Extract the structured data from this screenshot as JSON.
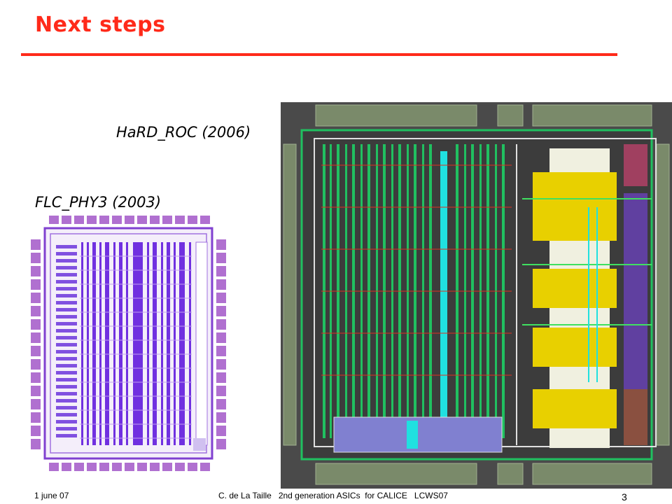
{
  "slide": {
    "title": "Next steps",
    "chips": [
      {
        "label": "HaRD_ROC (2006)"
      },
      {
        "label": "FLC_PHY3 (2003)"
      }
    ],
    "footer": {
      "date": "1 june 07",
      "author": "C. de La Taille   2nd generation ASICs  for CALICE   LCWS07",
      "page": "3"
    }
  },
  "colors": {
    "title": "#ff2a1a",
    "hardroc_background": "#4a4a4a",
    "hardroc_pads": "#7a8a6a",
    "hardroc_routing": "#20c060",
    "hardroc_blocks": "#e8d000",
    "hardroc_cyan": "#20e0e0",
    "flc_pads": "#b070d0",
    "flc_routing": "#7030e0"
  }
}
